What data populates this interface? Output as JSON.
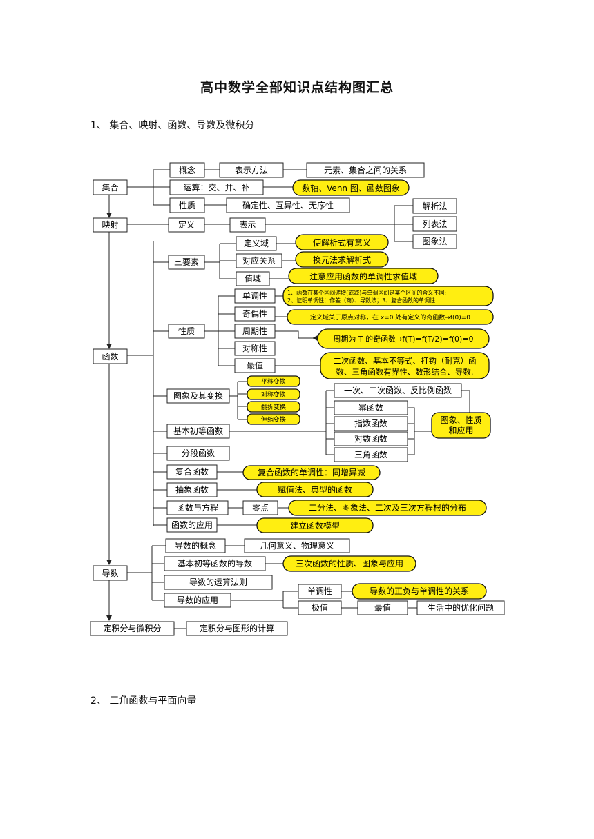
{
  "title": "高中数学全部知识点结构图汇总",
  "section1": "1、 集合、映射、函数、导数及微积分",
  "section2": "2、 三角函数与平面向量",
  "diagram": {
    "jihe": "集合",
    "gainian": "概念",
    "biaoshifangfa": "表示方法",
    "yuansu": "元素、集合之间的关系",
    "yunsuan": "运算：交、并、补",
    "shuzhou": "数轴、Venn 图、函数图象",
    "xingzhi1": "性质",
    "queding": "确定性、互异性、无序性",
    "yingshe": "映射",
    "dingyi": "定义",
    "biaoshi": "表示",
    "jiexifa": "解析法",
    "liebiaofa": "列表法",
    "tuxiangfa": "图象法",
    "sanyaosu": "三要素",
    "dingyiyu": "定义域",
    "shijiexi": "使解析式有意义",
    "duiying": "对应关系",
    "huanyuan": "换元法求解析式",
    "zhiyu": "值域",
    "zhuyi": "注意应用函数的单调性求值域",
    "hanshu": "函数",
    "xingzhi2": "性质",
    "dandiao": "单调性",
    "dandiao_note1": "1、函数在某个区间递增(或减)与单调区间是某个区间的含义不同;",
    "dandiao_note2": "2、证明单调性：作差（商）、导数法；3、复合函数的单调性",
    "jiou": "奇偶性",
    "jiou_note": "定义域关于原点对称，在 x=0 处有定义的奇函数→f(0)=0",
    "zhouqi": "周期性",
    "zhouqi_note": "周期为 T 的奇函数→f(T)=f(T/2)=f(0)=0",
    "duichen": "对称性",
    "zuizhi": "最值",
    "zuizhi_note1": "二次函数、基本不等式、打钩（耐克）函",
    "zuizhi_note2": "数、三角函数有界性、数形结合、导数.",
    "tuxiang": "图象及其变换",
    "pingyi": "平移变换",
    "duichenbh": "对称变换",
    "fanzhe": "翻折变换",
    "shensuo": "伸缩变换",
    "jichu": "基本初等函数",
    "yici": "一次、二次函数、反比例函数",
    "mi": "幂函数",
    "zhishu": "指数函数",
    "duishu": "对数函数",
    "sanjiao": "三角函数",
    "tuxiangxingzhi1": "图象、性质",
    "tuxiangxingzhi2": "和应用",
    "fenduan": "分段函数",
    "fuhe": "复合函数",
    "fuhe_note": "复合函数的单调性：同增异减",
    "chouxiang": "抽象函数",
    "chouxiang_note": "赋值法、典型的函数",
    "fangcheng": "函数与方程",
    "lingdian": "零点",
    "lingdian_note": "二分法、图象法、二次及三次方程根的分布",
    "yingyong": "函数的应用",
    "jianli": "建立函数模型",
    "daoshu": "导数",
    "d_gainian": "导数的概念",
    "jihe_yiyi": "几何意义、物理意义",
    "d_jichu": "基本初等函数的导数",
    "sanci": "三次函数的性质、图象与应用",
    "d_yunsuan": "导数的运算法则",
    "d_yingyong": "导数的应用",
    "d_dandiao": "单调性",
    "zhengfu": "导数的正负与单调性的关系",
    "jizhi": "极值",
    "zuizhi2": "最值",
    "youhua": "生活中的优化问题",
    "dingjifen": "定积分与微积分",
    "jifen_tuxing": "定积分与图形的计算"
  }
}
